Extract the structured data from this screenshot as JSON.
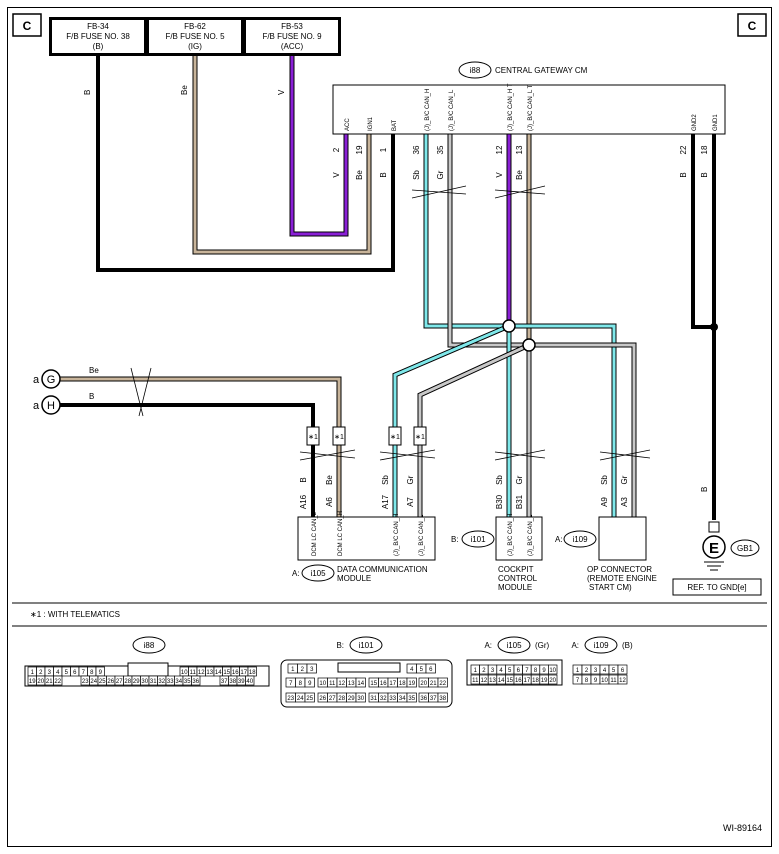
{
  "page": {
    "corner_left": "C",
    "corner_right": "C",
    "footnote": "∗1  : WITH TELEMATICS",
    "figure_id": "WI-89164"
  },
  "fuses": [
    {
      "line1": "FB-34",
      "line2": "F/B FUSE NO. 38",
      "line3": "(B)"
    },
    {
      "line1": "FB-62",
      "line2": "F/B FUSE NO. 5",
      "line3": "(IG)"
    },
    {
      "line1": "FB-53",
      "line2": "F/B FUSE NO. 9",
      "line3": "(ACC)"
    }
  ],
  "fuse_wire_colors": [
    "B",
    "Be",
    "V"
  ],
  "gateway": {
    "ref": "i88",
    "name": "CENTRAL GATEWAY CM",
    "pins": [
      {
        "label": "ACC",
        "num": "2",
        "color": "V"
      },
      {
        "label": "IGN1",
        "num": "19",
        "color": "Be"
      },
      {
        "label": "BAT",
        "num": "1",
        "color": "B"
      },
      {
        "label": "(J)_B/C CAN_H",
        "num": "36",
        "color": "Sb"
      },
      {
        "label": "(J)_B/C CAN_L",
        "num": "35",
        "color": "Gr"
      },
      {
        "label": "(J)_B/C CAN_H T",
        "num": "12",
        "color": "V"
      },
      {
        "label": "(J)_B/C CAN_L T",
        "num": "13",
        "color": "Be"
      },
      {
        "label": "GND2",
        "num": "22",
        "color": "B"
      },
      {
        "label": "GND1",
        "num": "18",
        "color": "B"
      }
    ]
  },
  "connectors_left": [
    {
      "letter": "a",
      "ref": "G",
      "wire": "Be"
    },
    {
      "letter": "a",
      "ref": "H",
      "wire": "B"
    }
  ],
  "dcm": {
    "prefix": "A:",
    "ref": "i105",
    "name_line1": "DATA COMMUNICATION",
    "name_line2": "MODULE",
    "marker": "∗1",
    "pins": [
      {
        "label": "DCM LC CAN_L",
        "num": "A16",
        "color": "B"
      },
      {
        "label": "DCM LC CAN_H",
        "num": "A6",
        "color": "Be"
      },
      {
        "label": "(J)_B/C CAN_H",
        "num": "A17",
        "color": "Sb"
      },
      {
        "label": "(J)_B/C CAN_L",
        "num": "A7",
        "color": "Gr"
      }
    ]
  },
  "cockpit": {
    "prefix": "B:",
    "ref": "i101",
    "name_line1": "COCKPIT",
    "name_line2": "CONTROL",
    "name_line3": "MODULE",
    "pins": [
      {
        "label": "(J)_B/C CAN_H",
        "num": "B30",
        "color": "Sb"
      },
      {
        "label": "(J)_B/C CAN_L",
        "num": "B31",
        "color": "Gr"
      }
    ]
  },
  "op": {
    "prefix": "A:",
    "ref": "i109",
    "name_line1": "OP CONNECTOR",
    "name_line2": "(REMOTE ENGINE",
    "name_line3": "START CM)",
    "pins": [
      {
        "num": "A9",
        "color": "Sb"
      },
      {
        "num": "A3",
        "color": "Gr"
      }
    ]
  },
  "ground": {
    "symbol": "E",
    "ref": "GB1",
    "wire": "B",
    "note": "REF. TO GND[e]"
  },
  "pinouts": [
    {
      "title": "i88",
      "rows": [
        [
          "1",
          "2",
          "3",
          "4",
          "5",
          "6",
          "7",
          "8",
          "9",
          "10",
          "11",
          "12",
          "13",
          "14",
          "15",
          "16",
          "17",
          "18"
        ],
        [
          "19",
          "20",
          "21",
          "22",
          "23",
          "24",
          "25",
          "26",
          "27",
          "28",
          "29",
          "30",
          "31",
          "32",
          "33",
          "34",
          "35",
          "36",
          "37",
          "38",
          "39",
          "40"
        ]
      ]
    },
    {
      "prefix": "B:",
      "title": "i101",
      "rows": [
        [
          "1",
          "2",
          "3",
          "4",
          "5",
          "6"
        ],
        [
          "7",
          "8",
          "9",
          "10",
          "11",
          "12",
          "13",
          "14",
          "15",
          "16",
          "17",
          "18",
          "19",
          "20",
          "21",
          "22"
        ],
        [
          "23",
          "24",
          "25",
          "26",
          "27",
          "28",
          "29",
          "30",
          "31",
          "32",
          "33",
          "34",
          "35",
          "36",
          "37",
          "38"
        ]
      ]
    },
    {
      "prefix": "A:",
      "title": "i105",
      "suffix": "(Gr)",
      "rows": [
        [
          "1",
          "2",
          "3",
          "4",
          "5",
          "6",
          "7",
          "8",
          "9",
          "10"
        ],
        [
          "11",
          "12",
          "13",
          "14",
          "15",
          "16",
          "17",
          "18",
          "19",
          "20"
        ]
      ]
    },
    {
      "prefix": "A:",
      "title": "i109",
      "suffix": "(B)",
      "rows": [
        [
          "1",
          "2",
          "3",
          "4",
          "5",
          "6"
        ],
        [
          "7",
          "8",
          "9",
          "10",
          "11",
          "12"
        ]
      ]
    }
  ],
  "colors": {
    "black": "#000000",
    "beige": "#c8b49a",
    "violet": "#8a1fd6",
    "sky_blue": "#7fe8ea",
    "gray": "#c8c8c8"
  }
}
